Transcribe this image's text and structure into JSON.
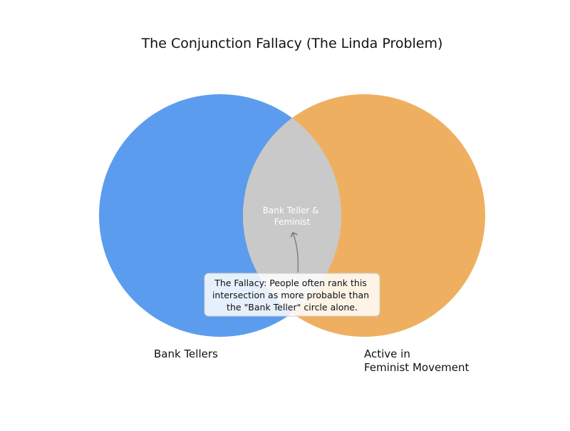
{
  "title": "The Conjunction Fallacy (The Linda Problem)",
  "sets": [
    {
      "label": "Bank Tellers",
      "color": "#5b9cee"
    },
    {
      "label_lines": [
        "Active in",
        "Feminist Movement"
      ],
      "color": "#eeb060"
    }
  ],
  "intersection": {
    "label_lines": [
      "Bank Teller &",
      "Feminist"
    ],
    "color": "#c9c9c9"
  },
  "annotation": {
    "lines": [
      "The Fallacy: People often rank this",
      "intersection as more probable than",
      "the \"Bank Teller\" circle alone."
    ]
  }
}
